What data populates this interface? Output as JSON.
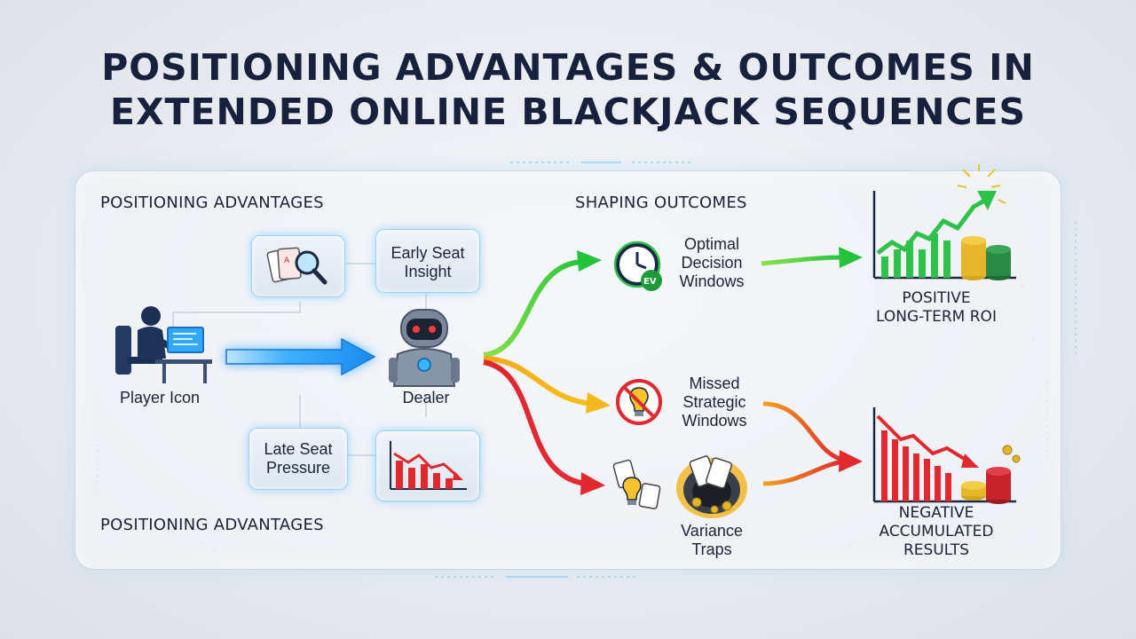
{
  "title": {
    "line1": "POSITIONING ADVANTAGES & OUTCOMES IN",
    "line2": "EXTENDED ONLINE BLACKJACK SEQUENCES"
  },
  "left_section": {
    "heading_top": "POSITIONING ADVANTAGES",
    "heading_bottom": "POSITIONING ADVANTAGES",
    "player_label": "Player Icon",
    "dealer_label": "Dealer",
    "early_seat": {
      "line1": "Early Seat",
      "line2": "Insight"
    },
    "late_seat": {
      "line1": "Late Seat",
      "line2": "Pressure"
    }
  },
  "right_section": {
    "heading": "SHAPING OUTCOMES",
    "optimal": {
      "line1": "Optimal",
      "line2": "Decision",
      "line3": "Windows",
      "badge": "EV"
    },
    "missed": {
      "line1": "Missed",
      "line2": "Strategic",
      "line3": "Windows"
    },
    "variance": {
      "line1": "Variance",
      "line2": "Traps"
    },
    "positive": {
      "line1": "POSITIVE",
      "line2": "LONG-TERM ROI"
    },
    "negative": {
      "line1": "NEGATIVE",
      "line2": "ACCUMULATED",
      "line3": "RESULTS"
    }
  },
  "colors": {
    "positive_green": "#2fc24a",
    "warning_yellow": "#f2b81c",
    "negative_red": "#e0282e",
    "arrow_blue": "#2aa6ff",
    "accent_cyan": "#7fd4ff",
    "dark_text": "#16223d"
  }
}
